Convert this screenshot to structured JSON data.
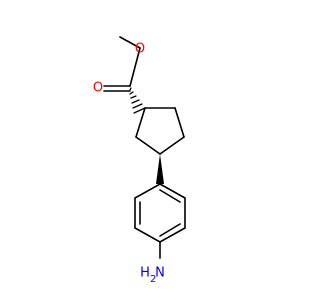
{
  "structure": {
    "atoms": {
      "methyl_oxygen": "O",
      "carbonyl_oxygen": "O",
      "amine_h": "H",
      "amine_n": "N",
      "amine_h_subscript": "2"
    },
    "colors": {
      "bond": "#000000",
      "oxygen": "#ff0000",
      "nitrogen": "#0000ff"
    },
    "stereo": {
      "ester_carbon": "hashed-wedge",
      "aryl_carbon": "solid-wedge"
    }
  }
}
